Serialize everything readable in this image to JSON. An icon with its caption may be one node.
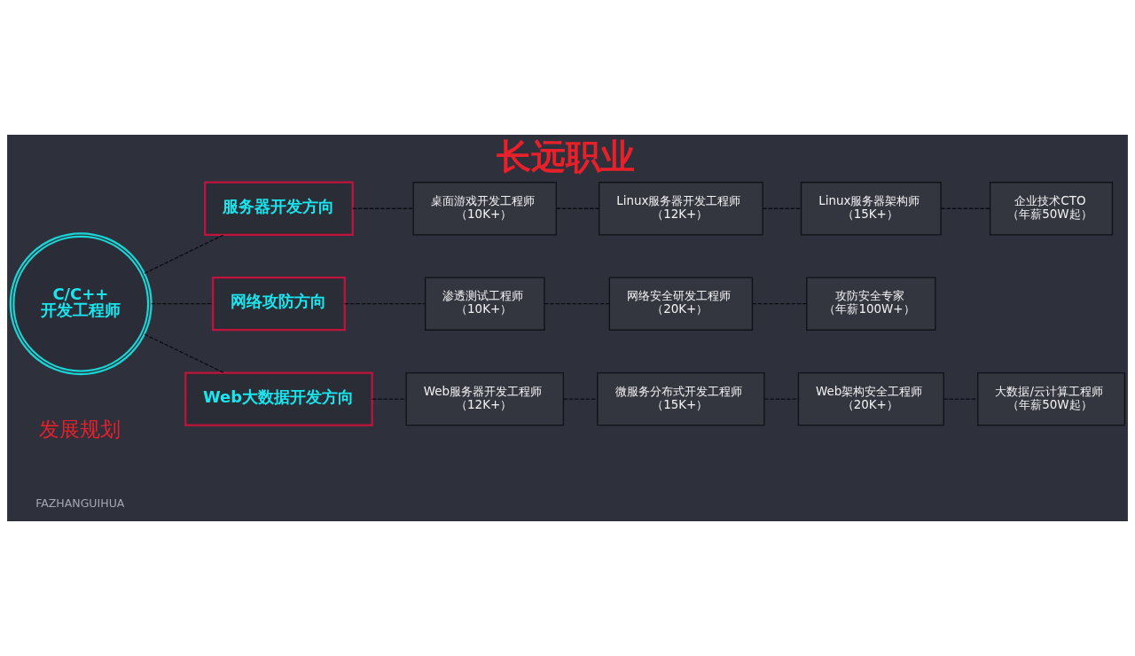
{
  "diagram": {
    "title": "长远职业",
    "nodes": [
      {
        "text": [
          "C/C++开发工程师"
        ]
      },
      {
        "text": [
          "服务器开发方向"
        ]
      },
      {
        "text": [
          "桌面游戏开发工程师",
          "（10K+）"
        ]
      },
      {
        "text": [
          "Linux服务器开发工程师",
          "（12K+）"
        ]
      },
      {
        "text": [
          "Linux服务器架构师",
          "（15K+）"
        ]
      },
      {
        "text": [
          "企业技术CTO",
          "（年薪50W起）"
        ]
      },
      {
        "text": [
          "网络攻防方向"
        ]
      },
      {
        "text": [
          "渗透测试工程师",
          "（10K+）"
        ]
      },
      {
        "text": [
          "网络安全研发工程师",
          "（20K+）"
        ]
      },
      {
        "text": [
          "攻防安全专家",
          "（年薪100W+）"
        ]
      },
      {
        "text": [
          "Web大数据开发方向"
        ]
      },
      {
        "text": [
          "Web服务器开发工程师",
          "（12K+）"
        ]
      },
      {
        "text": [
          "微服务分布式开发工程师",
          "（15K+）"
        ]
      },
      {
        "text": [
          "Web架构安全工程师",
          "（20K+）"
        ]
      },
      {
        "text": [
          "大数据/云计算工程师",
          "（年薪50W起）"
        ]
      }
    ],
    "edges": [
      {
        "from": 0,
        "to": 1,
        "arrow": "none",
        "style": "dashed"
      },
      {
        "from": 1,
        "to": 2,
        "arrow": "none",
        "style": "dashed"
      },
      {
        "from": 2,
        "to": 3,
        "arrow": "none",
        "style": "dashed"
      },
      {
        "from": 3,
        "to": 4,
        "arrow": "none",
        "style": "dashed"
      },
      {
        "from": 4,
        "to": 5,
        "arrow": "none",
        "style": "dashed"
      },
      {
        "from": 0,
        "to": 6,
        "arrow": "none",
        "style": "dashed"
      },
      {
        "from": 6,
        "to": 7,
        "arrow": "none",
        "style": "dashed"
      },
      {
        "from": 7,
        "to": 8,
        "arrow": "none",
        "style": "dashed"
      },
      {
        "from": 8,
        "to": 9,
        "arrow": "none",
        "style": "dashed"
      },
      {
        "from": 0,
        "to": 10,
        "arrow": "none",
        "style": "dashed"
      },
      {
        "from": 10,
        "to": 11,
        "arrow": "none",
        "style": "dashed"
      },
      {
        "from": 11,
        "to": 12,
        "arrow": "none",
        "style": "dashed"
      },
      {
        "from": 12,
        "to": 13,
        "arrow": "none",
        "style": "dashed"
      },
      {
        "from": 13,
        "to": 14,
        "arrow": "none",
        "style": "dashed"
      }
    ],
    "labels": [
      "FAZHANGUIHUA",
      "发展规划"
    ]
  }
}
